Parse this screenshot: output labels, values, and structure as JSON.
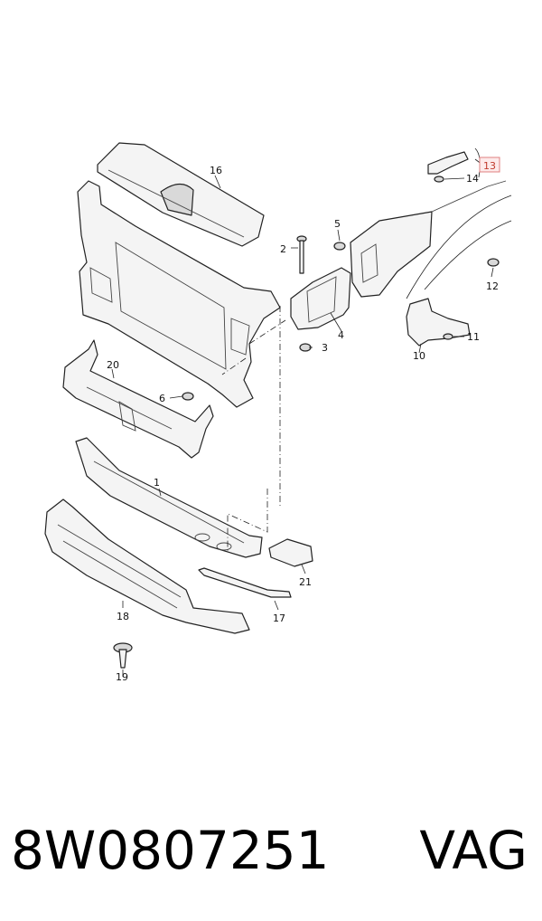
{
  "callouts": [
    {
      "n": "1"
    },
    {
      "n": "2"
    },
    {
      "n": "3"
    },
    {
      "n": "4"
    },
    {
      "n": "5"
    },
    {
      "n": "6"
    },
    {
      "n": "10"
    },
    {
      "n": "11"
    },
    {
      "n": "12"
    },
    {
      "n": "13"
    },
    {
      "n": "14"
    },
    {
      "n": "16"
    },
    {
      "n": "17"
    },
    {
      "n": "18"
    },
    {
      "n": "19"
    },
    {
      "n": "20"
    },
    {
      "n": "21"
    }
  ],
  "highlight_color": "#c0392b",
  "caption": {
    "part_number": "8W0807251",
    "brand": "VAG"
  }
}
